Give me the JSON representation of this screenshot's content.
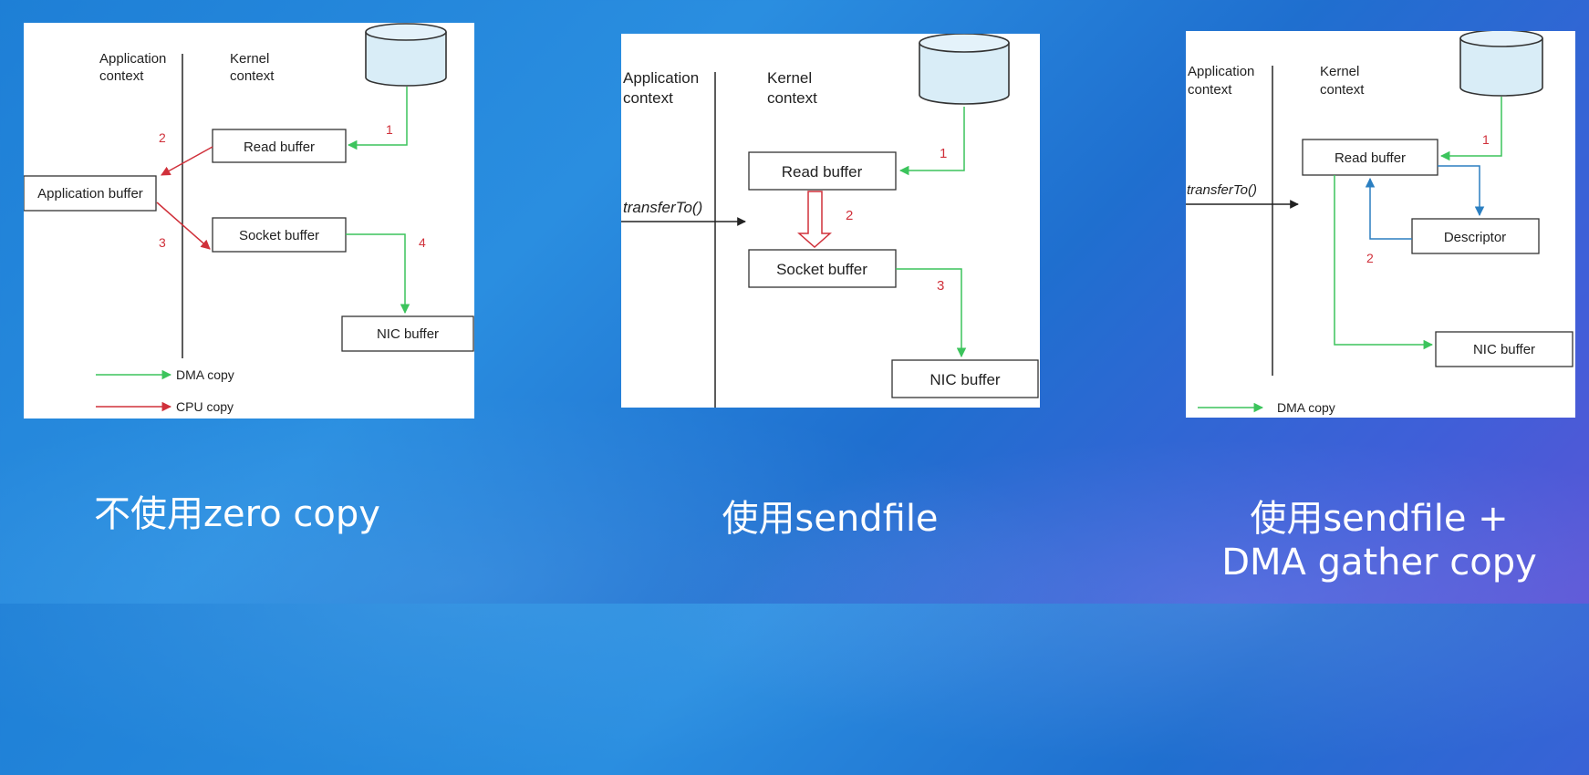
{
  "colors": {
    "dma_arrow": "#3cc45c",
    "cpu_arrow": "#d0303a",
    "descriptor_arrow": "#2b7fc1",
    "step_number": "#d0303a",
    "cylinder_fill": "#d9edf7"
  },
  "panels": [
    {
      "app_context_line1": "Application",
      "app_context_line2": "context",
      "kernel_context_line1": "Kernel",
      "kernel_context_line2": "context",
      "read_buffer": "Read buffer",
      "application_buffer": "Application buffer",
      "socket_buffer": "Socket buffer",
      "nic_buffer": "NIC buffer",
      "step1": "1",
      "step2": "2",
      "step3": "3",
      "step4": "4",
      "legend_dma": "DMA copy",
      "legend_cpu": "CPU copy",
      "caption": "不使用zero copy"
    },
    {
      "app_context_line1": "Application",
      "app_context_line2": "context",
      "kernel_context_line1": "Kernel",
      "kernel_context_line2": "context",
      "call": "transferTo()",
      "read_buffer": "Read buffer",
      "socket_buffer": "Socket buffer",
      "nic_buffer": "NIC buffer",
      "step1": "1",
      "step2": "2",
      "step3": "3",
      "caption": "使用sendfile"
    },
    {
      "app_context_line1": "Application",
      "app_context_line2": "context",
      "kernel_context_line1": "Kernel",
      "kernel_context_line2": "context",
      "call": "transferTo()",
      "read_buffer": "Read buffer",
      "descriptor": "Descriptor",
      "nic_buffer": "NIC buffer",
      "step1": "1",
      "step2": "2",
      "legend_dma": "DMA copy",
      "caption_line1": "使用sendfile +",
      "caption_line2": "DMA gather copy"
    }
  ]
}
